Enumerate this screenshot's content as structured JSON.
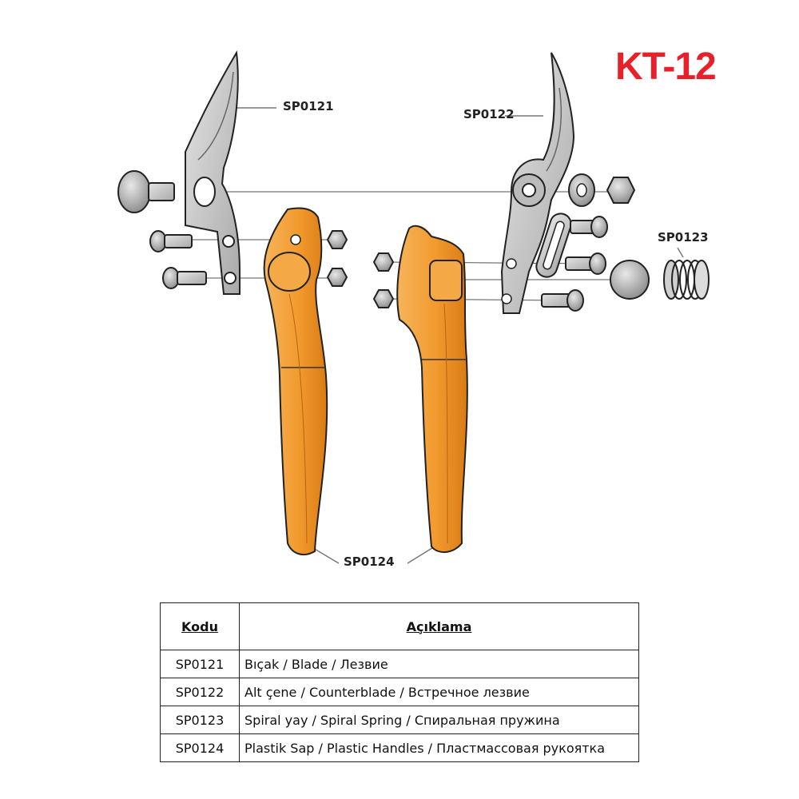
{
  "model": "KT-12",
  "callouts": {
    "blade": "SP0121",
    "counterblade": "SP0122",
    "spring": "SP0123",
    "handles": "SP0124"
  },
  "table": {
    "headers": {
      "code": "Kodu",
      "description": "Açıklama"
    },
    "rows": [
      {
        "code": "SP0121",
        "description": "Bıçak / Blade / Лезвие"
      },
      {
        "code": "SP0122",
        "description": "Alt çene / Counterblade / Встречное лезвие"
      },
      {
        "code": "SP0123",
        "description": "Spiral yay / Spiral Spring / Спиральная пружина"
      },
      {
        "code": "SP0124",
        "description": "Plastik Sap / Plastic Handles / Пластмассовая рукоятка"
      }
    ]
  },
  "colors": {
    "accent": "#e8202a",
    "handle": "#f29a2e",
    "steel": "#c9c9c9",
    "outline": "#222222"
  }
}
